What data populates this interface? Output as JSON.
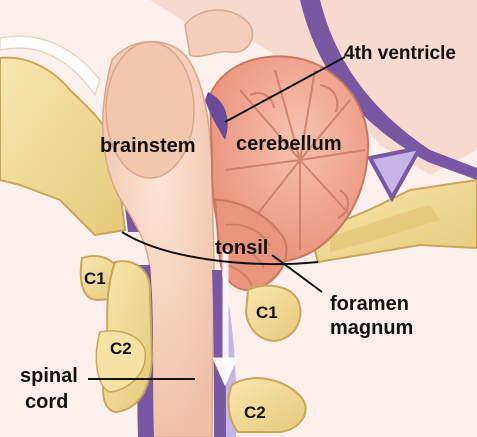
{
  "labels": {
    "fourth_ventricle": "4th ventricle",
    "brainstem": "brainstem",
    "cerebellum": "cerebellum",
    "tonsil": "tonsil",
    "foramen": "foramen",
    "magnum": "magnum",
    "spinal": "spinal",
    "cord": "cord",
    "c1_left": "C1",
    "c2_left": "C2",
    "c1_right": "C1",
    "c2_right": "C2"
  },
  "colors": {
    "bone": "#f1dc98",
    "bone_edge": "#c9a659",
    "tissue": "#f7d2c2",
    "cerebellum": "#f0a893",
    "dura": "#7a57a2",
    "csf": "#c4b5e6",
    "arrow": "#ffffff"
  }
}
